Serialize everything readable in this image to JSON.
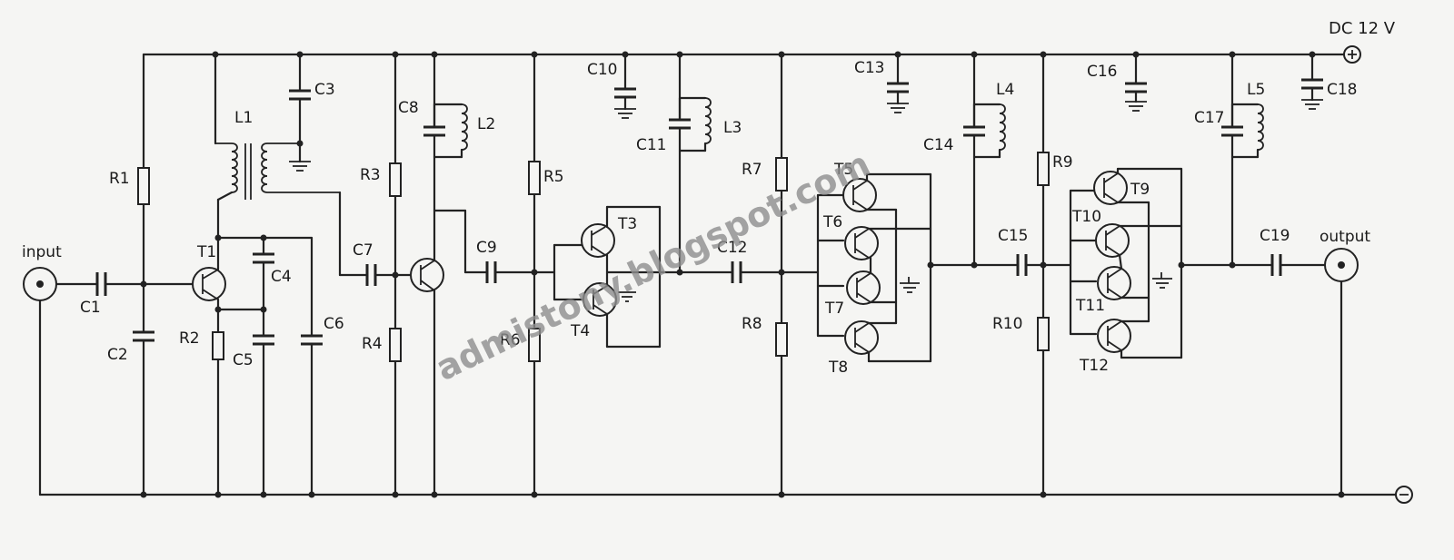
{
  "supply": {
    "positive_label": "DC 12 V"
  },
  "io": {
    "input_label": "input",
    "output_label": "output"
  },
  "watermark": "admistony.blogspot.com",
  "labels": {
    "R1": "R1",
    "R2": "R2",
    "R3": "R3",
    "R4": "R4",
    "R5": "R5",
    "R6": "R6",
    "R7": "R7",
    "R8": "R8",
    "R9": "R9",
    "R10": "R10",
    "C1": "C1",
    "C2": "C2",
    "C3": "C3",
    "C4": "C4",
    "C5": "C5",
    "C6": "C6",
    "C7": "C7",
    "C8": "C8",
    "C9": "C9",
    "C10": "C10",
    "C11": "C11",
    "C12": "C12",
    "C13": "C13",
    "C14": "C14",
    "C15": "C15",
    "C16": "C16",
    "C17": "C17",
    "C18": "C18",
    "C19": "C19",
    "L1": "L1",
    "L2": "L2",
    "L3": "L3",
    "L4": "L4",
    "L5": "L5",
    "T1": "T1",
    "T2": "",
    "T3": "T3",
    "T4": "T4",
    "T5": "T5",
    "T6": "T6",
    "T7": "T7",
    "T8": "T8",
    "T9": "T9",
    "T10": "T10",
    "T11": "T11",
    "T12": "T12"
  }
}
